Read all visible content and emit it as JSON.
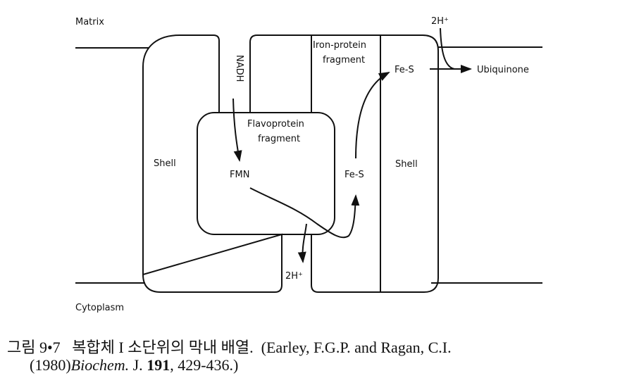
{
  "labels": {
    "matrix": "Matrix",
    "cytoplasm": "Cytoplasm",
    "shell_left": "Shell",
    "shell_right": "Shell",
    "iron_protein_1": "Iron-protein",
    "iron_protein_2": "fragment",
    "flavoprotein_1": "Flavoprotein",
    "flavoprotein_2": "fragment",
    "fmn": "FMN",
    "nadh": "NADH",
    "fes_lower": "Fe-S",
    "fes_upper": "Fe-S",
    "ubiquinone": "Ubiquinone",
    "proton_top": "2H⁺",
    "proton_bottom": "2H⁺"
  },
  "caption": {
    "figure_label": "그림 9•7",
    "title": "복합체 I 소단위의 막내 배열.",
    "citation_authors": "(Earley, F.G.P. and Ragan, C.I.",
    "citation_year": "(1980)",
    "journal": "Biochem.",
    "journal_abbr": "J.",
    "volume": "191",
    "pages": ", 429-436.)"
  }
}
